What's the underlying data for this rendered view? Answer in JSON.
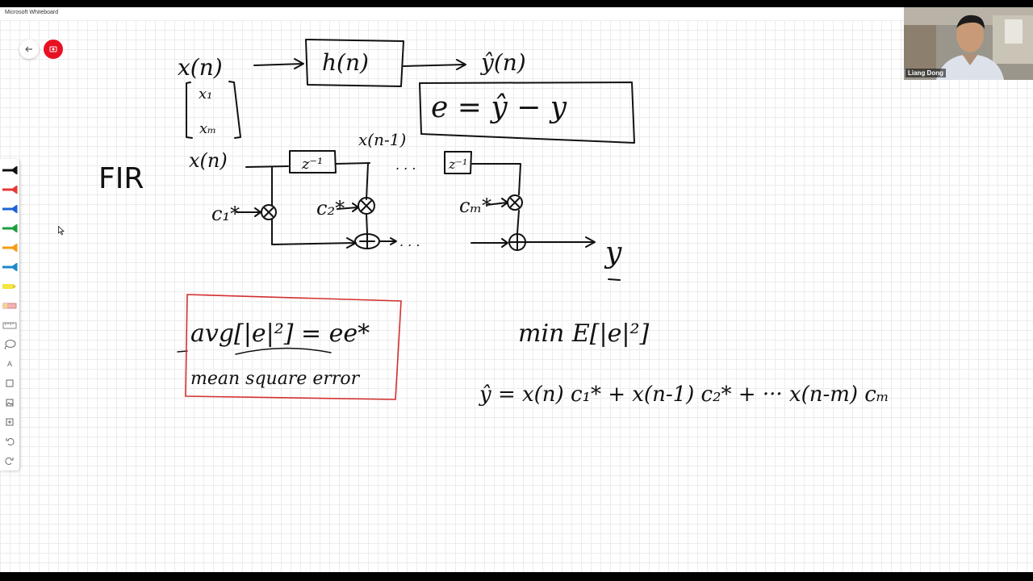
{
  "window": {
    "title": "Microsoft Whiteboard"
  },
  "top_controls": {
    "back_icon": "arrow-left-icon",
    "record_icon": "record-icon"
  },
  "toolbar": {
    "tools": [
      {
        "name": "pen-black",
        "color": "#111111"
      },
      {
        "name": "pen-red",
        "color": "#e53935"
      },
      {
        "name": "pen-blue",
        "color": "#1e63d6"
      },
      {
        "name": "pen-green",
        "color": "#1b9e3e"
      },
      {
        "name": "pen-orange",
        "color": "#f39c12"
      },
      {
        "name": "pen-teal",
        "color": "#1e88c8"
      },
      {
        "name": "highlighter-yellow",
        "color": "#f5e642"
      },
      {
        "name": "eraser",
        "color": "#f6b3b3"
      },
      {
        "name": "ruler",
        "color": "#666666"
      },
      {
        "name": "lasso",
        "color": "#666666"
      },
      {
        "name": "text",
        "label": "A"
      },
      {
        "name": "note",
        "color": "#666666"
      },
      {
        "name": "image",
        "color": "#666666"
      },
      {
        "name": "insert",
        "color": "#666666"
      },
      {
        "name": "undo",
        "color": "#666666"
      },
      {
        "name": "redo",
        "color": "#666666"
      }
    ]
  },
  "whiteboard": {
    "ink_color": "#111111",
    "box_color": "#d32f2f",
    "labels": {
      "input": "x(n)",
      "filter": "h(n)",
      "output_est": "ŷ(n)",
      "input_vector_top": "x₁",
      "input_vector_bottom": "xₘ",
      "error_eq": "e = ŷ − y",
      "fir": "FIR",
      "fir_input": "x(n)",
      "delayed": "x(n-1)",
      "delay1": "z⁻¹",
      "delay2": "z⁻¹",
      "dots1": ". . .",
      "dots2": ". . .",
      "coef1": "c₁*",
      "coef2": "c₂*",
      "coefm": "cₘ*",
      "fir_output": "y",
      "avg": "avg[|e|²] = ee*",
      "mse": "mean square error",
      "min": "min E[|e|²]",
      "estimate": "ŷ = x(n) c₁* + x(n-1) c₂* + ··· x(n-m) cₘ"
    }
  },
  "video": {
    "participant_name": "Liang Dong"
  }
}
